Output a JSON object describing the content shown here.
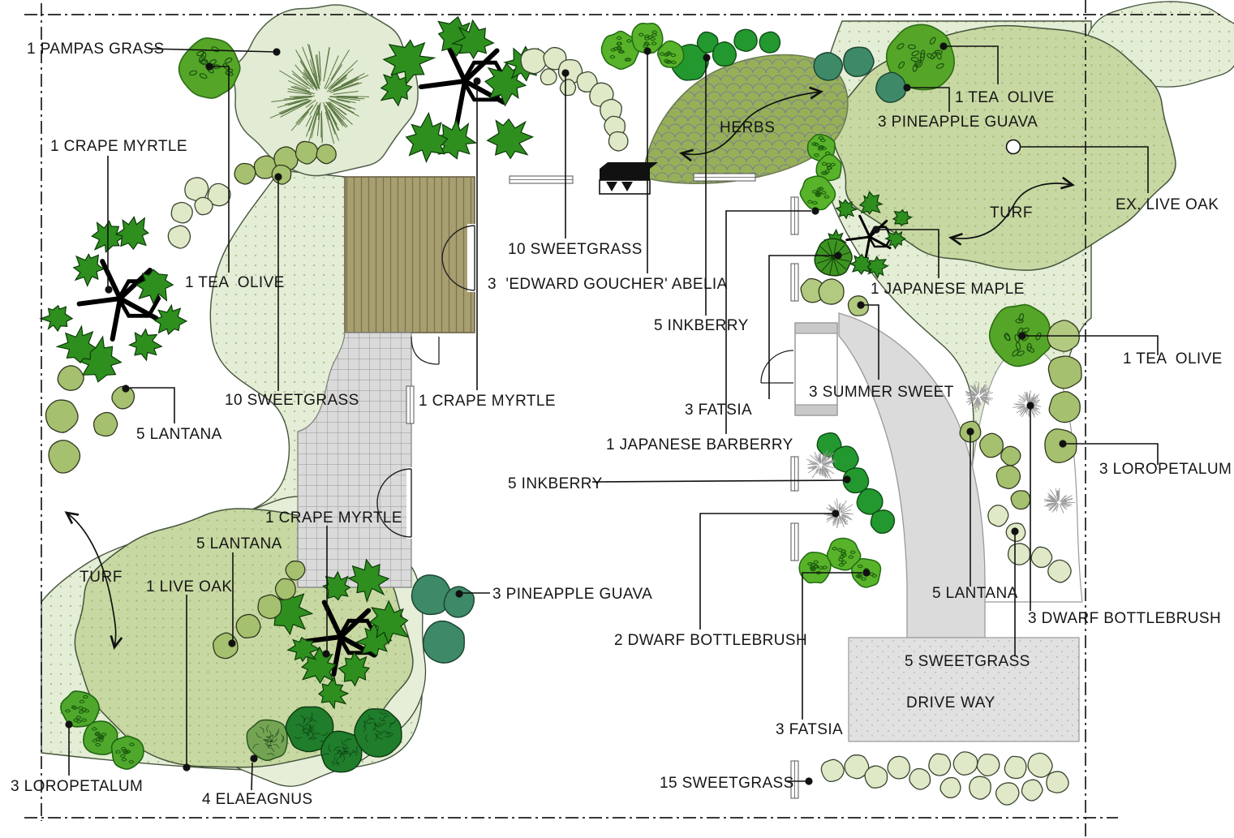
{
  "plan": {
    "type": "residential landscape planting plan",
    "boundary": "dash-dot property line"
  },
  "colors": {
    "bed_pale": "#e4edd5",
    "bed_pale_dot": "#aabf90",
    "canopy_medium": "#c8d8a2",
    "canopy_medium_dot": "#97ad72",
    "herbs_bed": "#97b057",
    "deck": "#a89f70",
    "paver_patio": "#dadada",
    "driveway": "#dbdbdb",
    "inkberry_green": "#23982f",
    "guava_teal": "#3e8a68",
    "tea_olive_green": "#55a628",
    "sweetgrass_pale": "#dfe9c8",
    "lantana_olive": "#a5c06e"
  },
  "areas": {
    "herbs": {
      "text": "HERBS"
    },
    "turf_left": {
      "text": "TURF"
    },
    "turf_right": {
      "text": "TURF"
    },
    "driveway": {
      "text": "DRIVE WAY"
    }
  },
  "labels": {
    "pampas": {
      "text": "1 PAMPAS GRASS",
      "qty": 1,
      "plant": "Pampas Grass"
    },
    "crape_left": {
      "text": "1 CRAPE MYRTLE",
      "qty": 1,
      "plant": "Crape Myrtle"
    },
    "teaolive_left": {
      "text": "1 TEA  OLIVE",
      "qty": 1,
      "plant": "Tea Olive"
    },
    "sweetgrass_left": {
      "text": "10 SWEETGRASS",
      "qty": 10,
      "plant": "Sweetgrass"
    },
    "lantana_left": {
      "text": "5 LANTANA",
      "qty": 5,
      "plant": "Lantana"
    },
    "liveoak": {
      "text": "1 LIVE OAK",
      "qty": 1,
      "plant": "Live Oak"
    },
    "lantana_bottom": {
      "text": "5 LANTANA",
      "qty": 5,
      "plant": "Lantana"
    },
    "crape_bottom": {
      "text": "1 CRAPE MYRTLE",
      "qty": 1,
      "plant": "Crape Myrtle"
    },
    "elaeagnus": {
      "text": "4 ELAEAGNUS",
      "qty": 4,
      "plant": "Elaeagnus"
    },
    "loropetalum_left": {
      "text": "3 LOROPETALUM",
      "qty": 3,
      "plant": "Loropetalum"
    },
    "sweetgrass_top": {
      "text": "10 SWEETGRASS",
      "qty": 10,
      "plant": "Sweetgrass"
    },
    "abelia": {
      "text": "3  'EDWARD GOUCHER' ABELIA",
      "qty": 3,
      "plant": "'Edward Goucher' Abelia"
    },
    "inkberry_top": {
      "text": "5 INKBERRY",
      "qty": 5,
      "plant": "Inkberry"
    },
    "fatsia_top": {
      "text": "3 FATSIA",
      "qty": 3,
      "plant": "Fatsia"
    },
    "barberry": {
      "text": "1 JAPANESE BARBERRY",
      "qty": 1,
      "plant": "Japanese Barberry"
    },
    "inkberry_left": {
      "text": "5 INKBERRY",
      "qty": 5,
      "plant": "Inkberry"
    },
    "bottlebrush2": {
      "text": "2 DWARF BOTTLEBRUSH",
      "qty": 2,
      "plant": "Dwarf Bottlebrush"
    },
    "fatsia_bottom": {
      "text": "3 FATSIA",
      "qty": 3,
      "plant": "Fatsia"
    },
    "sweetgrass15": {
      "text": "15 SWEETGRASS",
      "qty": 15,
      "plant": "Sweetgrass"
    },
    "guava_bottom": {
      "text": "3 PINEAPPLE GUAVA",
      "qty": 3,
      "plant": "Pineapple Guava"
    },
    "teaolive_topright": {
      "text": "1 TEA  OLIVE",
      "qty": 1,
      "plant": "Tea Olive"
    },
    "guava_topright": {
      "text": "3 PINEAPPLE GUAVA",
      "qty": 3,
      "plant": "Pineapple Guava"
    },
    "exliveoak": {
      "text": "EX. LIVE OAK",
      "qty": 1,
      "plant": "Existing Live Oak"
    },
    "maple": {
      "text": "1 JAPANESE MAPLE",
      "qty": 1,
      "plant": "Japanese Maple"
    },
    "summersweet": {
      "text": "3 SUMMER SWEET",
      "qty": 3,
      "plant": "Summer Sweet"
    },
    "teaolive_right": {
      "text": "1 TEA  OLIVE",
      "qty": 1,
      "plant": "Tea Olive"
    },
    "loropetalum_right": {
      "text": "3 LOROPETALUM",
      "qty": 3,
      "plant": "Loropetalum"
    },
    "lantana_right": {
      "text": "5 LANTANA",
      "qty": 5,
      "plant": "Lantana"
    },
    "bottlebrush3": {
      "text": "3 DWARF BOTTLEBRUSH",
      "qty": 3,
      "plant": "Dwarf Bottlebrush"
    },
    "sweetgrass5": {
      "text": "5 SWEETGRASS",
      "qty": 5,
      "plant": "Sweetgrass"
    },
    "crape_center": {
      "text": "1 CRAPE MYRTLE",
      "qty": 1,
      "plant": "Crape Myrtle"
    }
  }
}
